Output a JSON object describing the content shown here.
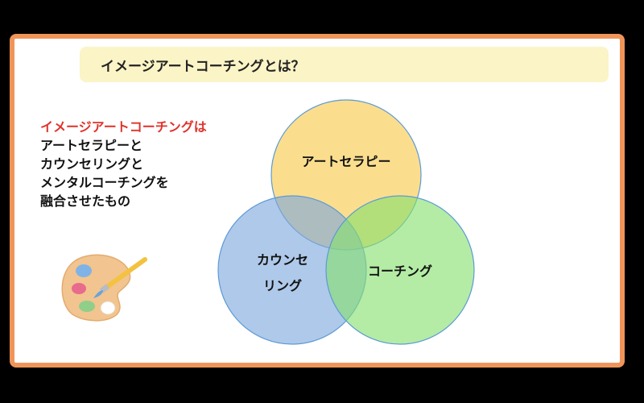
{
  "slide": {
    "title": "イメージアートコーチングとは？",
    "description": {
      "highlight": "イメージアートコーチングは",
      "lines": [
        "アートセラピーと",
        "カウンセリングと",
        "メンタルコーチングを",
        "融合させたもの"
      ]
    }
  },
  "venn": {
    "circles": [
      {
        "id": "art-therapy",
        "label_lines": [
          "アートセラピー"
        ],
        "color": "#f7c948"
      },
      {
        "id": "counseling",
        "label_lines": [
          "カウンセ",
          "リング"
        ],
        "color": "#7ea8dd"
      },
      {
        "id": "coaching",
        "label_lines": [
          "コーチング"
        ],
        "color": "#86e06e"
      }
    ],
    "stroke_color": "#5c9ad6"
  },
  "colors": {
    "frame": "#f0955a",
    "title_bg": "#fbf4c6",
    "highlight_text": "#e0332b"
  },
  "icons": {
    "palette": "paint-palette-with-brush-icon"
  }
}
